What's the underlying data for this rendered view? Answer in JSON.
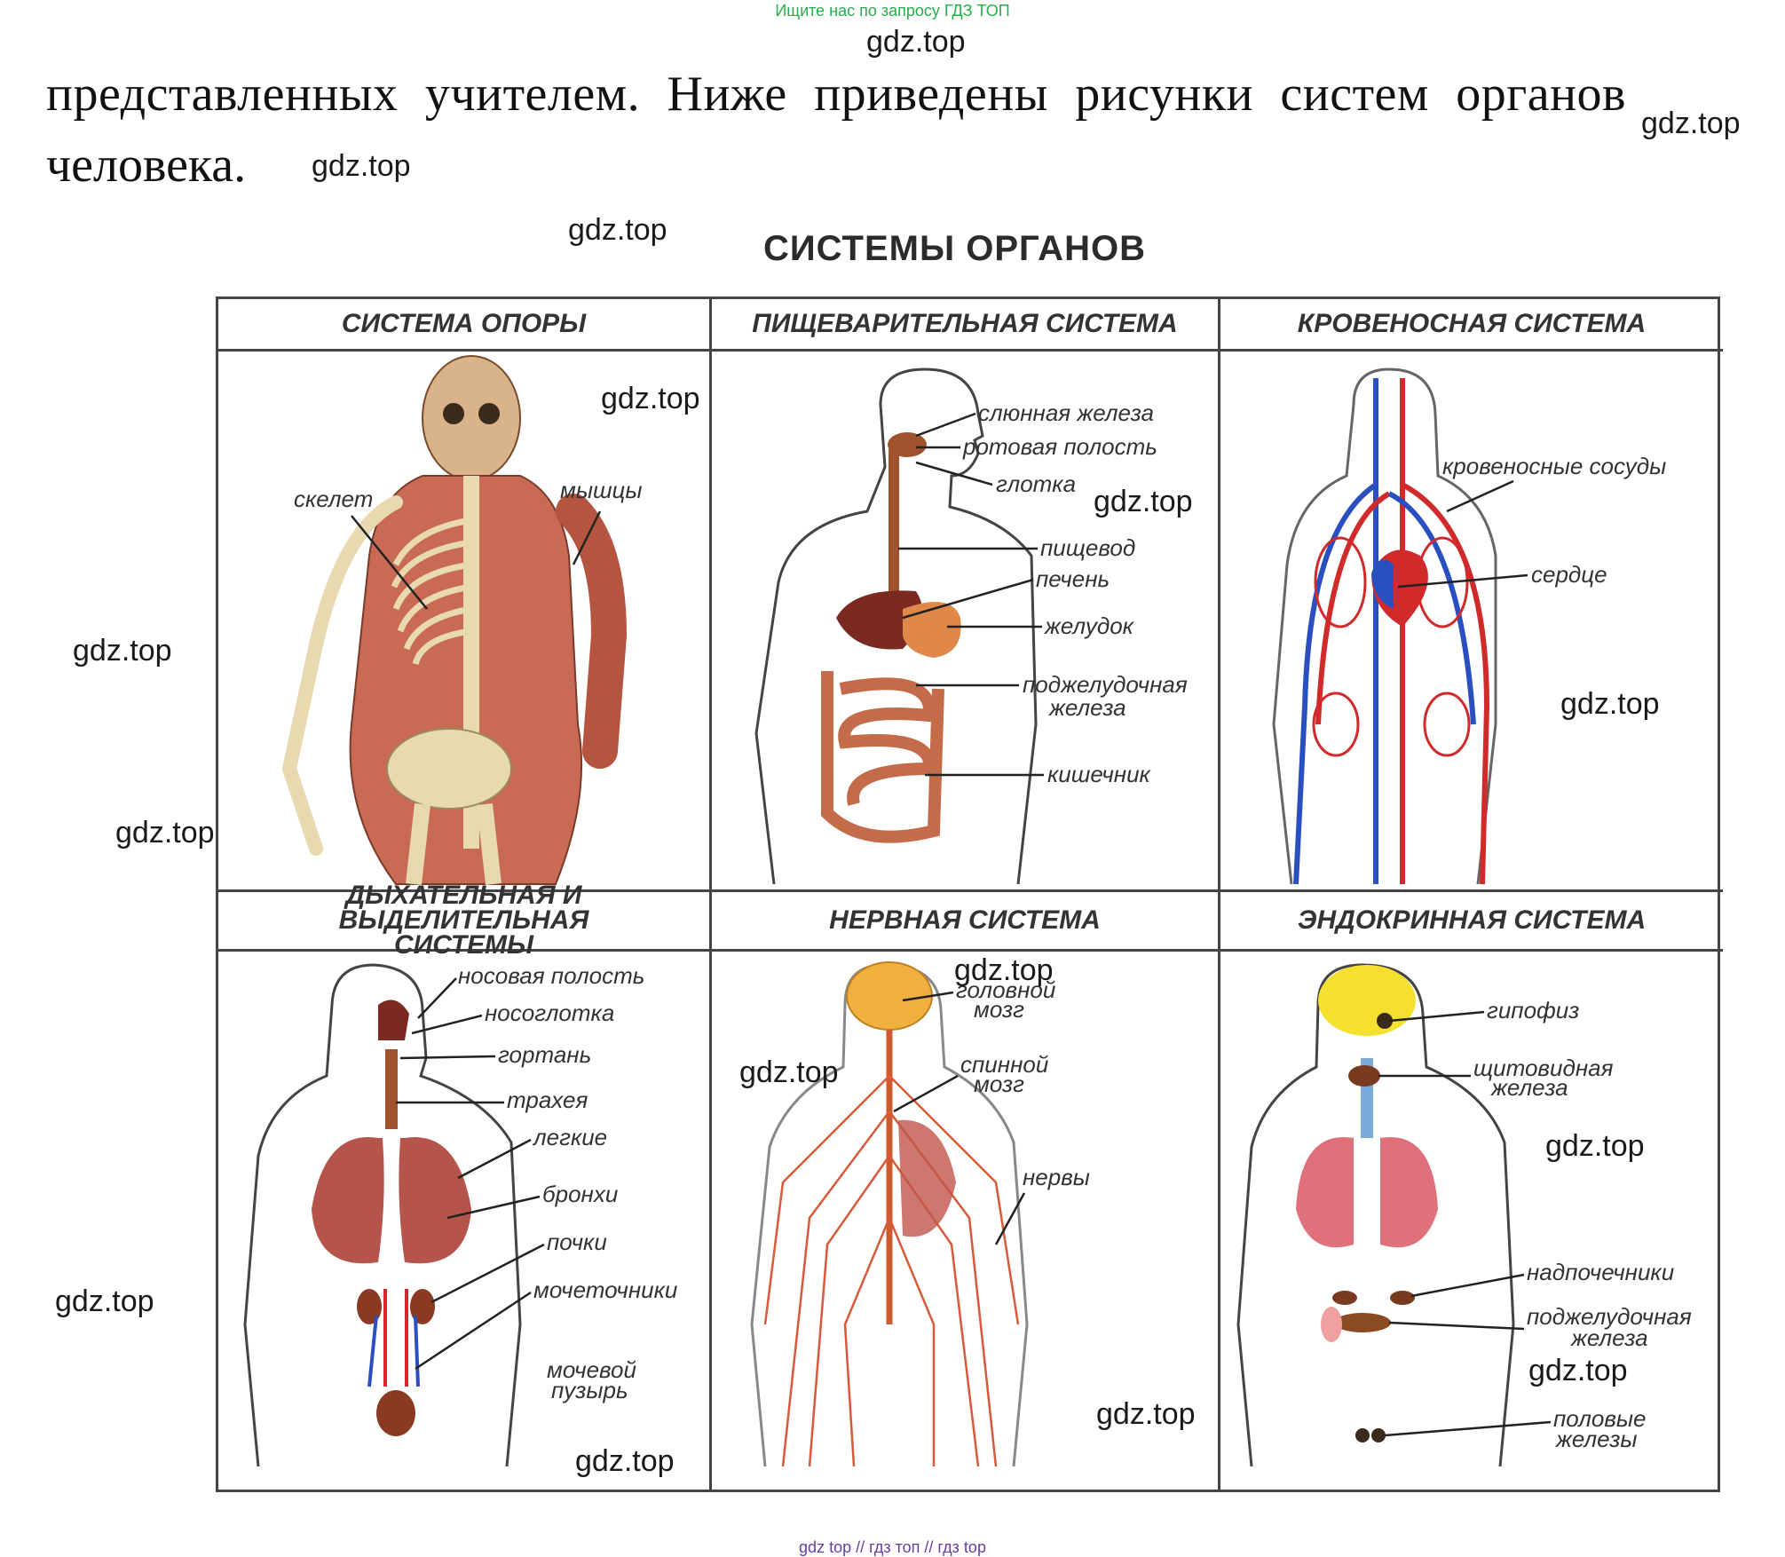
{
  "banner_top": "Ищите нас по запросу ГДЗ ТОП",
  "banner_bottom": "gdz top  //  гдз топ  //  гдз top",
  "text": {
    "line1": "представленных учителем. Ниже приведены рисунки систем органов",
    "line2": "человека."
  },
  "watermark": "gdz.top",
  "figure_title": "СИСТЕМЫ ОРГАНОВ",
  "panels": [
    {
      "title": "СИСТЕМА ОПОРЫ",
      "labels": [
        "скелет",
        "мышцы"
      ]
    },
    {
      "title": "ПИЩЕВАРИТЕЛЬНАЯ СИСТЕМА",
      "labels": [
        "слюнная железа",
        "ротовая полость",
        "глотка",
        "пищевод",
        "печень",
        "желудок",
        "поджелудочная",
        "железа",
        "кишечник"
      ]
    },
    {
      "title": "КРОВЕНОСНАЯ СИСТЕМА",
      "labels": [
        "кровеносные сосуды",
        "сердце"
      ]
    },
    {
      "title_line1": "ДЫХАТЕЛЬНАЯ И ВЫДЕЛИТЕЛЬНАЯ",
      "title_line2": "СИСТЕМЫ",
      "labels": [
        "носовая полость",
        "носоглотка",
        "гортань",
        "трахея",
        "легкие",
        "бронхи",
        "почки",
        "мочеточники",
        "мочевой",
        "пузырь"
      ]
    },
    {
      "title": "НЕРВНАЯ СИСТЕМА",
      "labels": [
        "головной",
        "мозг",
        "спинной",
        "мозг",
        "нервы"
      ]
    },
    {
      "title": "ЭНДОКРИННАЯ СИСТЕМА",
      "labels": [
        "гипофиз",
        "щитовидная",
        "железа",
        "надпочечники",
        "поджелудочная",
        "железа",
        "половые",
        "железы"
      ]
    }
  ]
}
